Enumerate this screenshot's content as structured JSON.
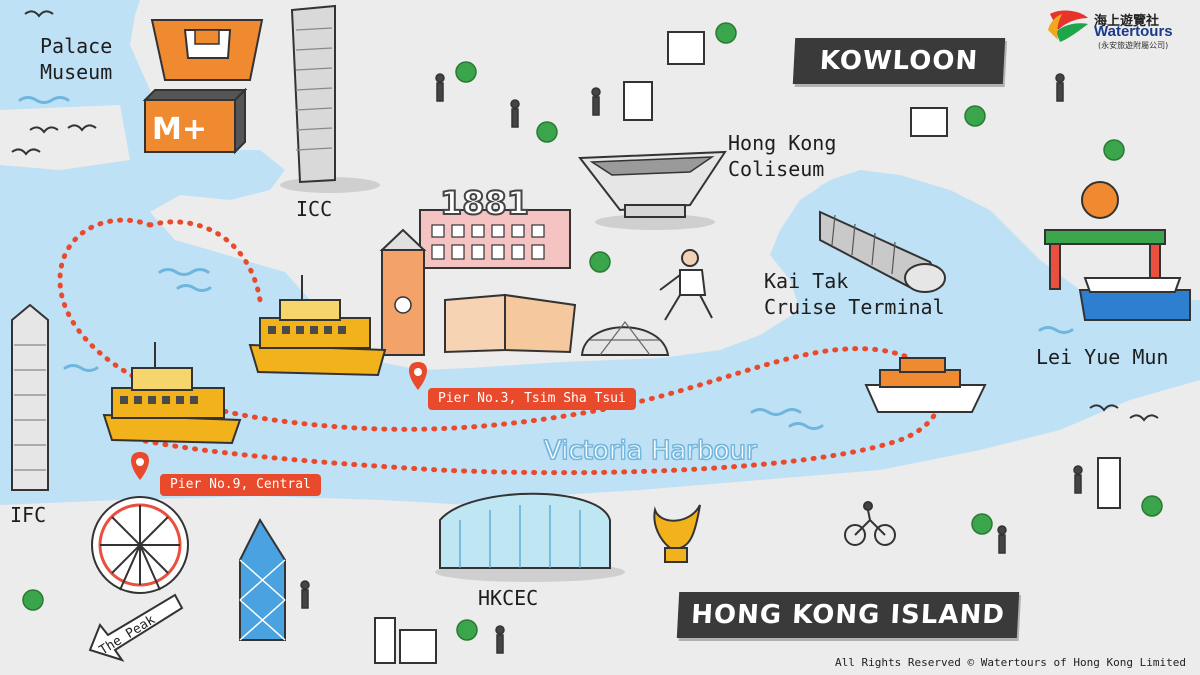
{
  "logo": {
    "name_cn": "海上遊覽社",
    "name_en": "Watertours",
    "name_sub": "(永安旅遊附屬公司)",
    "colors": [
      "#e6342b",
      "#1fa54a",
      "#f2a81d",
      "#1a3a8a"
    ]
  },
  "districts": {
    "kowloon": "KOWLOON",
    "hong_kong_island": "HONG KONG ISLAND"
  },
  "landmarks": {
    "palace_museum": "Palace\nMuseum",
    "m_plus": "M+",
    "icc": "ICC",
    "heritage_1881": "1881",
    "hong_kong_coliseum": "Hong Kong\nColiseum",
    "kai_tak_cruise_terminal": "Kai Tak\nCruise Terminal",
    "lei_yue_mun": "Lei Yue Mun",
    "ifc": "IFC",
    "hkcec": "HKCEC",
    "the_peak": "The Peak"
  },
  "water": {
    "victoria_harbour": "Victoria Harbour"
  },
  "piers": {
    "pier3": "Pier No.3, Tsim Sha Tsui",
    "pier9": "Pier No.9, Central"
  },
  "copyright": "All Rights Reserved © Watertours of Hong Kong Limited",
  "colors": {
    "water": "#bfe1f6",
    "land": "#ececec",
    "route": "#ea4a2c",
    "ferry": "#f2b21c",
    "district_bg": "#3a3a3a",
    "trees": "#3aa54a"
  }
}
